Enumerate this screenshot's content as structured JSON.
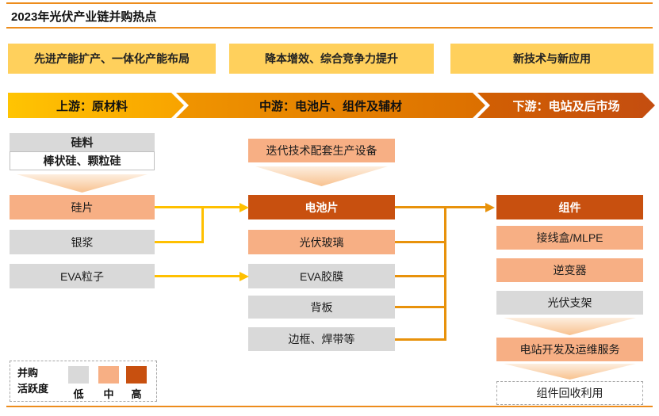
{
  "title": "2023年光伏产业链并购热点",
  "theme_boxes": [
    "先进产能扩产、一体化产能布局",
    "降本增效、综合竞争力提升",
    "新技术与新应用"
  ],
  "chain_stages": [
    "上游：原材料",
    "中游：电池片、组件及辅材",
    "下游：电站及后市场"
  ],
  "upstream": {
    "material_header": "硅料",
    "material_types": "棒状硅、颗粒硅",
    "items": [
      {
        "label": "硅片",
        "activity": "中"
      },
      {
        "label": "银浆",
        "activity": "低"
      },
      {
        "label": "EVA粒子",
        "activity": "低"
      }
    ]
  },
  "midstream": {
    "equipment": "迭代技术配套生产设备",
    "items": [
      {
        "label": "电池片",
        "activity": "高"
      },
      {
        "label": "光伏玻璃",
        "activity": "中"
      },
      {
        "label": "EVA胶膜",
        "activity": "低"
      },
      {
        "label": "背板",
        "activity": "低"
      },
      {
        "label": "边框、焊带等",
        "activity": "低"
      }
    ]
  },
  "downstream": {
    "items": [
      {
        "label": "组件",
        "activity": "高"
      },
      {
        "label": "接线盒/MLPE",
        "activity": "中"
      },
      {
        "label": "逆变器",
        "activity": "中"
      },
      {
        "label": "光伏支架",
        "activity": "低"
      },
      {
        "label": "电站开发及运维服务",
        "activity": "中"
      },
      {
        "label": "组件回收利用",
        "activity": ""
      }
    ]
  },
  "legend": {
    "label_line1": "并购",
    "label_line2": "活跃度",
    "levels": [
      {
        "label": "低",
        "color": "#D9D9D9"
      },
      {
        "label": "中",
        "color": "#F7AF84"
      },
      {
        "label": "高",
        "color": "#C8500F"
      }
    ]
  },
  "colors": {
    "rule_orange": "#ED8C1C",
    "theme_yellow": "#FFD05C",
    "stage_upstream": "#FFC402",
    "stage_midstream": "#E88500",
    "stage_downstream": "#C9570A",
    "box_gray": "#D9D9D9",
    "box_salmon": "#F7AF84",
    "box_dark_orange": "#C8500F",
    "connector_gold": "#FFC000",
    "connector_orange": "#E8920B"
  }
}
